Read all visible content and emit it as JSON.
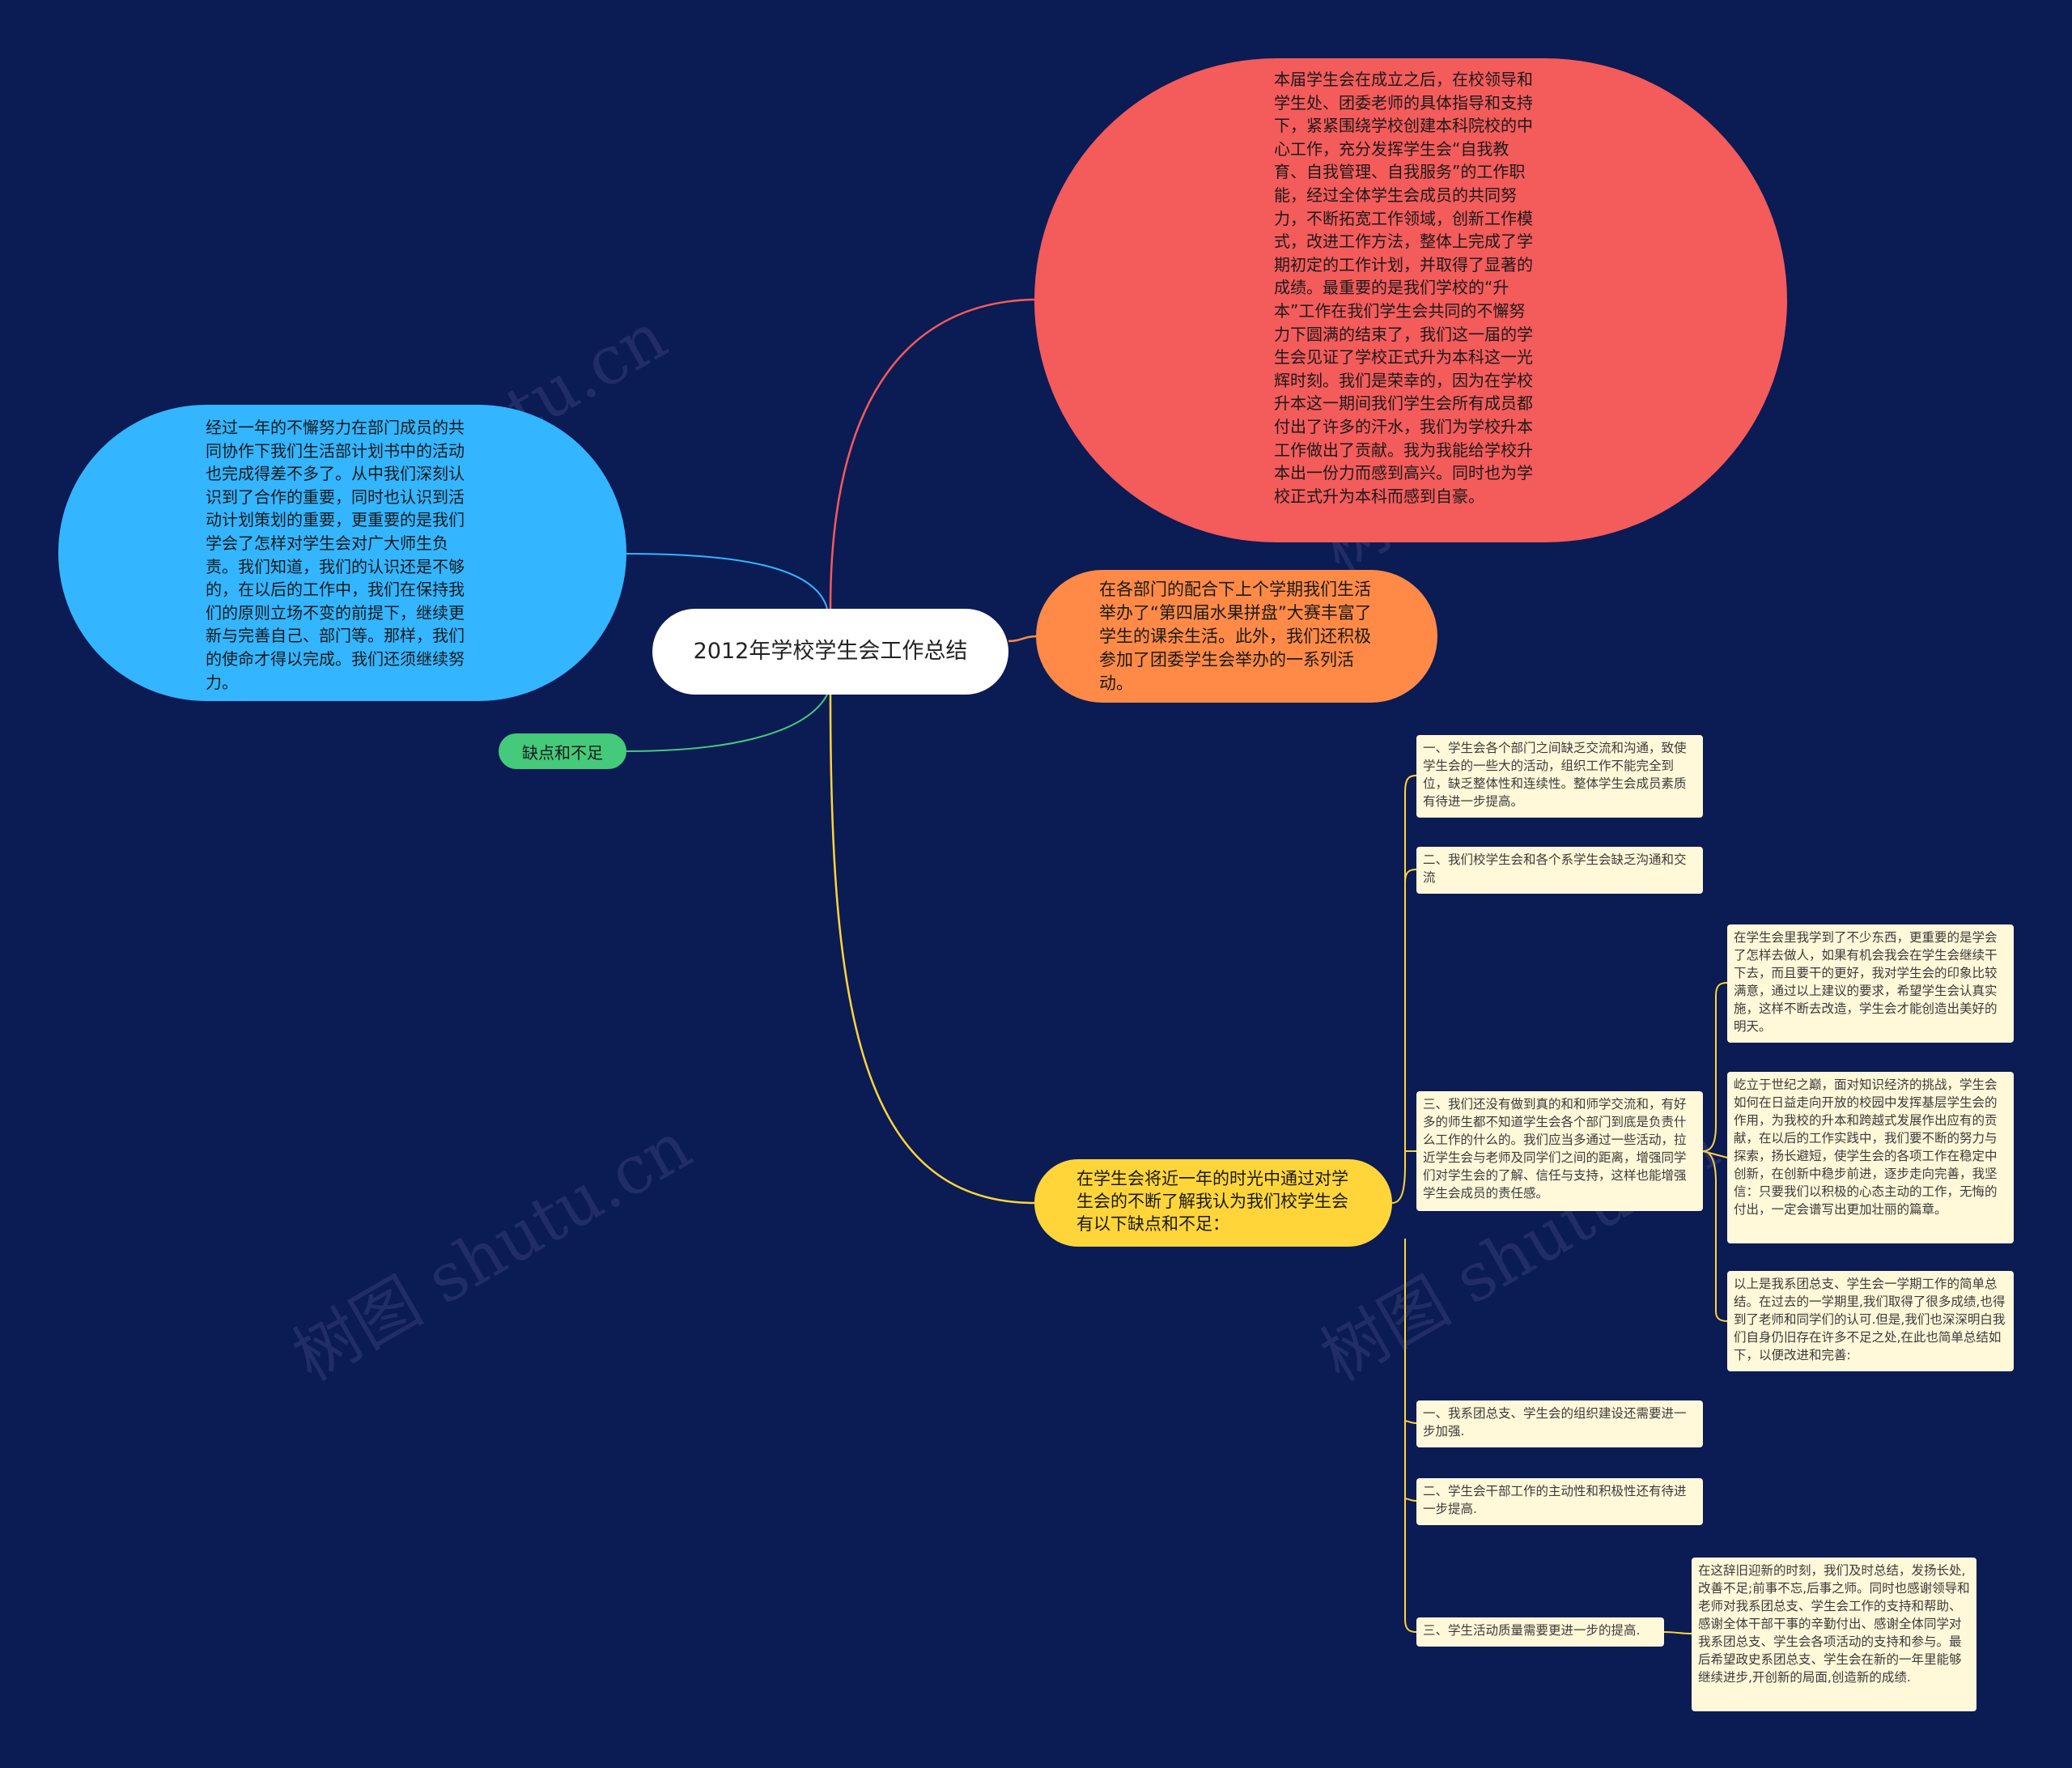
{
  "colors": {
    "background": "#0b1b54",
    "root": "#ffffff",
    "red_branch": "#f45b5b",
    "blue_branch": "#33b5ff",
    "orange_branch": "#ff8a47",
    "yellow_branch": "#ffd53a",
    "green_branch": "#45c97a",
    "note": "#fff8d9"
  },
  "root": {
    "label": "2012年学校学生会工作总结"
  },
  "branches": {
    "red": {
      "text": "本届学生会在成立之后，在校领导和学生处、团委老师的具体指导和支持下，紧紧围绕学校创建本科院校的中心工作，充分发挥学生会“自我教育、自我管理、自我服务”的工作职能，经过全体学生会成员的共同努力，不断拓宽工作领域，创新工作模式，改进工作方法，整体上完成了学期初定的工作计划，并取得了显著的成绩。最重要的是我们学校的“升本”工作在我们学生会共同的不懈努力下圆满的结束了，我们这一届的学生会见证了学校正式升为本科这一光辉时刻。我们是荣幸的，因为在学校升本这一期间我们学生会所有成员都付出了许多的汗水，我们为学校升本工作做出了贡献。我为我能给学校升本出一份力而感到高兴。同时也为学校正式升为本科而感到自豪。"
    },
    "orange": {
      "text": "在各部门的配合下上个学期我们生活举办了“第四届水果拼盘”大赛丰富了学生的课余生活。此外，我们还积极参加了团委学生会举办的一系列活动。"
    },
    "blue": {
      "text": "经过一年的不懈努力在部门成员的共同协作下我们生活部计划书中的活动也完成得差不多了。从中我们深刻认识到了合作的重要，同时也认识到活动计划策划的重要，更重要的是我们学会了怎样对学生会对广大师生负责。我们知道，我们的认识还是不够的，在以后的工作中，我们在保持我们的原则立场不变的前提下，继续更新与完善自己、部门等。那样，我们的使命才得以完成。我们还须继续努力。"
    },
    "green": {
      "label": "缺点和不足"
    },
    "yellow": {
      "text": "在学生会将近一年的时光中通过对学生会的不断了解我认为我们校学生会有以下缺点和不足：",
      "notes": [
        "一、学生会各个部门之间缺乏交流和沟通，致使学生会的一些大的活动，组织工作不能完全到位，缺乏整体性和连续性。整体学生会成员素质有待进一步提高。",
        "二、我们校学生会和各个系学生会缺乏沟通和交流",
        "三、我们还没有做到真的和和师学交流和，有好多的师生都不知道学生会各个部门到底是负责什么工作的什么的。我们应当多通过一些活动，拉近学生会与老师及同学们之间的距离，增强同学们对学生会的了解、信任与支持，这样也能增强学生会成员的责任感。",
        "一、我系团总支、学生会的组织建设还需要进一步加强.",
        "二、学生会干部工作的主动性和积极性还有待进一步提高.",
        "三、学生活动质量需要更进一步的提高."
      ],
      "sub_notes": [
        "在学生会里我学到了不少东西，更重要的是学会了怎样去做人，如果有机会我会在学生会继续干下去，而且要干的更好，我对学生会的印象比较满意，通过以上建议的要求，希望学生会认真实施，这样不断去改造，学生会才能创造出美好的明天。",
        "屹立于世纪之巅，面对知识经济的挑战，学生会如何在日益走向开放的校园中发挥基层学生会的作用，为我校的升本和跨越式发展作出应有的贡献，在以后的工作实践中，我们要不断的努力与探索，扬长避短，使学生会的各项工作在稳定中创新，在创新中稳步前进，逐步走向完善，我坚信：只要我们以积极的心态主动的工作，无悔的付出，一定会谱写出更加壮丽的篇章。",
        "以上是我系团总支、学生会一学期工作的简单总结。在过去的一学期里,我们取得了很多成绩,也得到了老师和同学们的认可.但是,我们也深深明白我们自身仍旧存在许多不足之处,在此也简单总结如下，以便改进和完善:",
        "在这辞旧迎新的时刻，我们及时总结，发扬长处,改善不足;前事不忘,后事之师。同时也感谢领导和老师对我系团总支、学生会工作的支持和帮助、感谢全体干部干事的辛勤付出、感谢全体同学对我系团总支、学生会各项活动的支持和参与。最后希望政史系团总支、学生会在新的一年里能够继续进步,开创新的局面,创造新的成绩."
      ]
    }
  },
  "watermarks": [
    "树图 shutu.cn",
    "树图 shutu.cn",
    "树图 shutu.cn",
    "树图 shutu.cn"
  ]
}
